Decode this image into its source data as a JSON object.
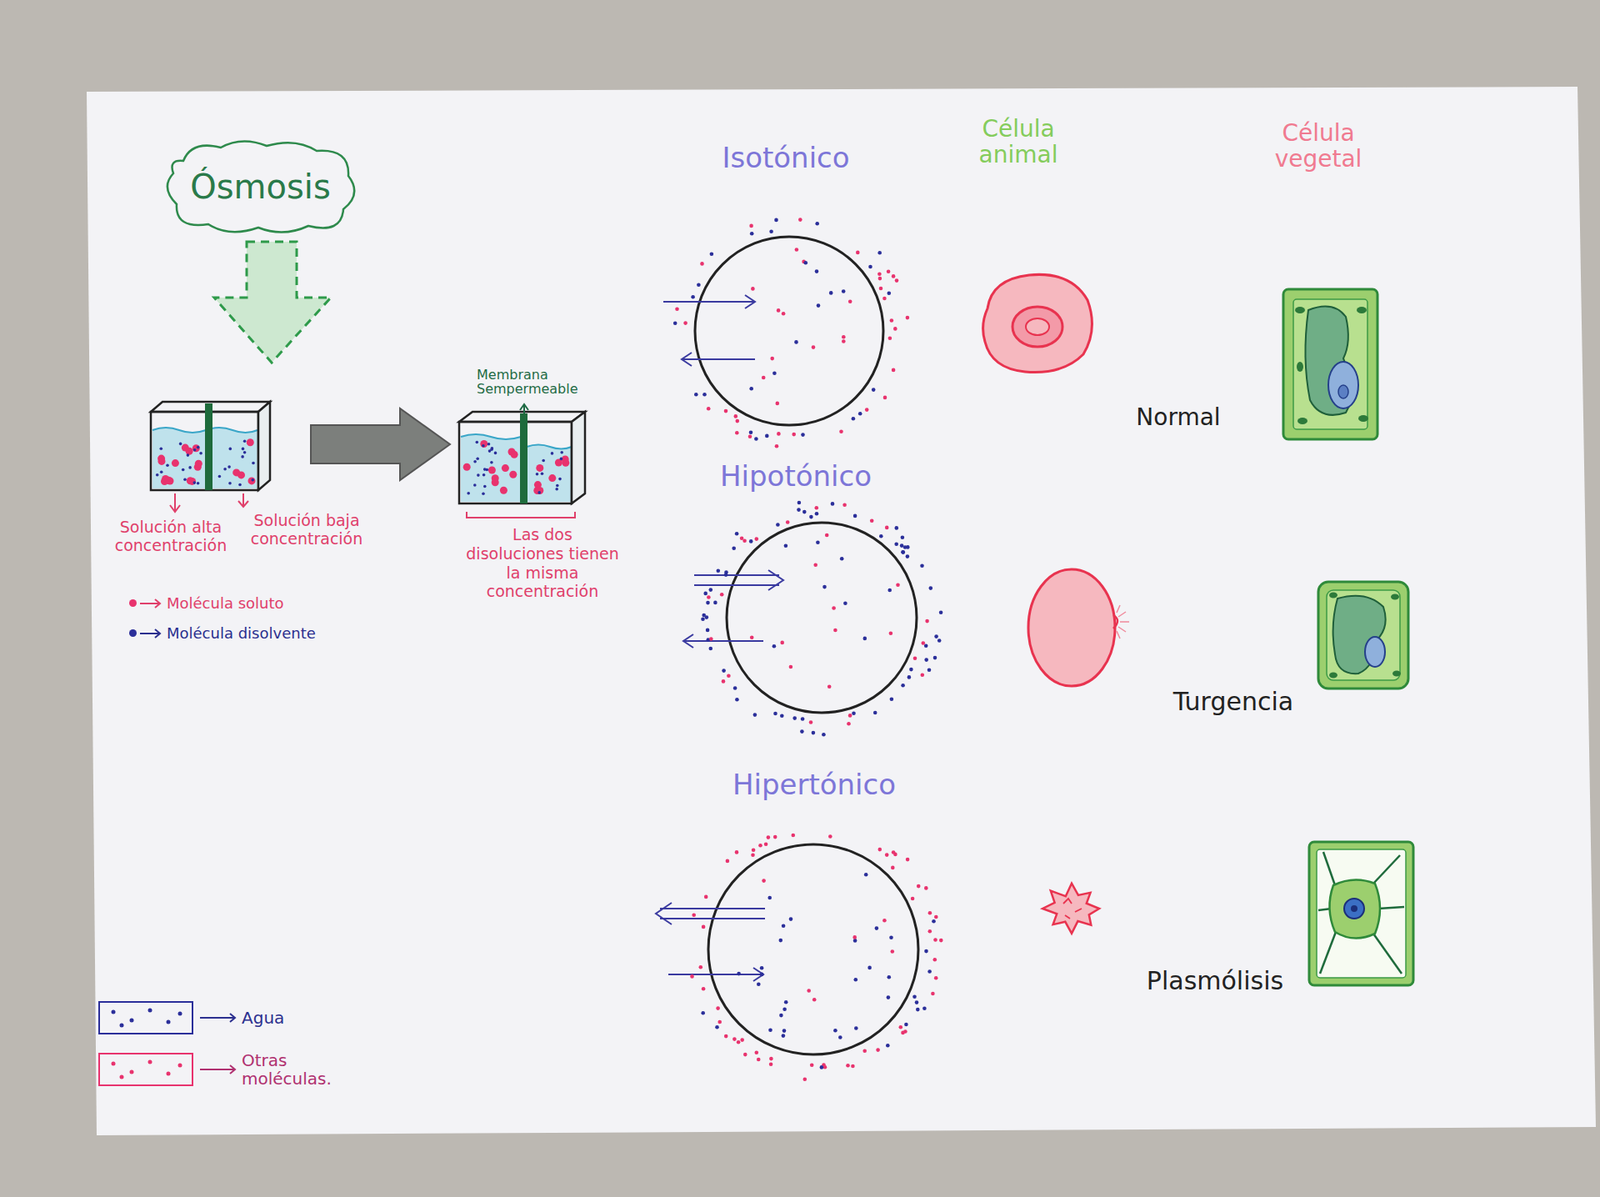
{
  "diagram": {
    "nodes": [
      {
        "text": [
          "Ósmosis"
        ]
      }
    ],
    "labels": [
      "Membrana Sempermeable",
      "Solución alta concentración",
      "Solución baja concentración",
      "Las dos disoluciones tienen la misma concentración",
      "Isotónico",
      "Célula animal",
      "Célula vegetal",
      "Normal",
      "Hipotónico",
      "Turgencia",
      "Hipertónico",
      "Plasmólisis"
    ],
    "legend": [
      {
        "text": "Molécula soluto",
        "color": "#e8336e"
      },
      {
        "text": "Molécula disolvente",
        "color": "#2b2f9a"
      },
      {
        "text": "Agua"
      },
      {
        "text": "Otras moléculas."
      }
    ]
  }
}
